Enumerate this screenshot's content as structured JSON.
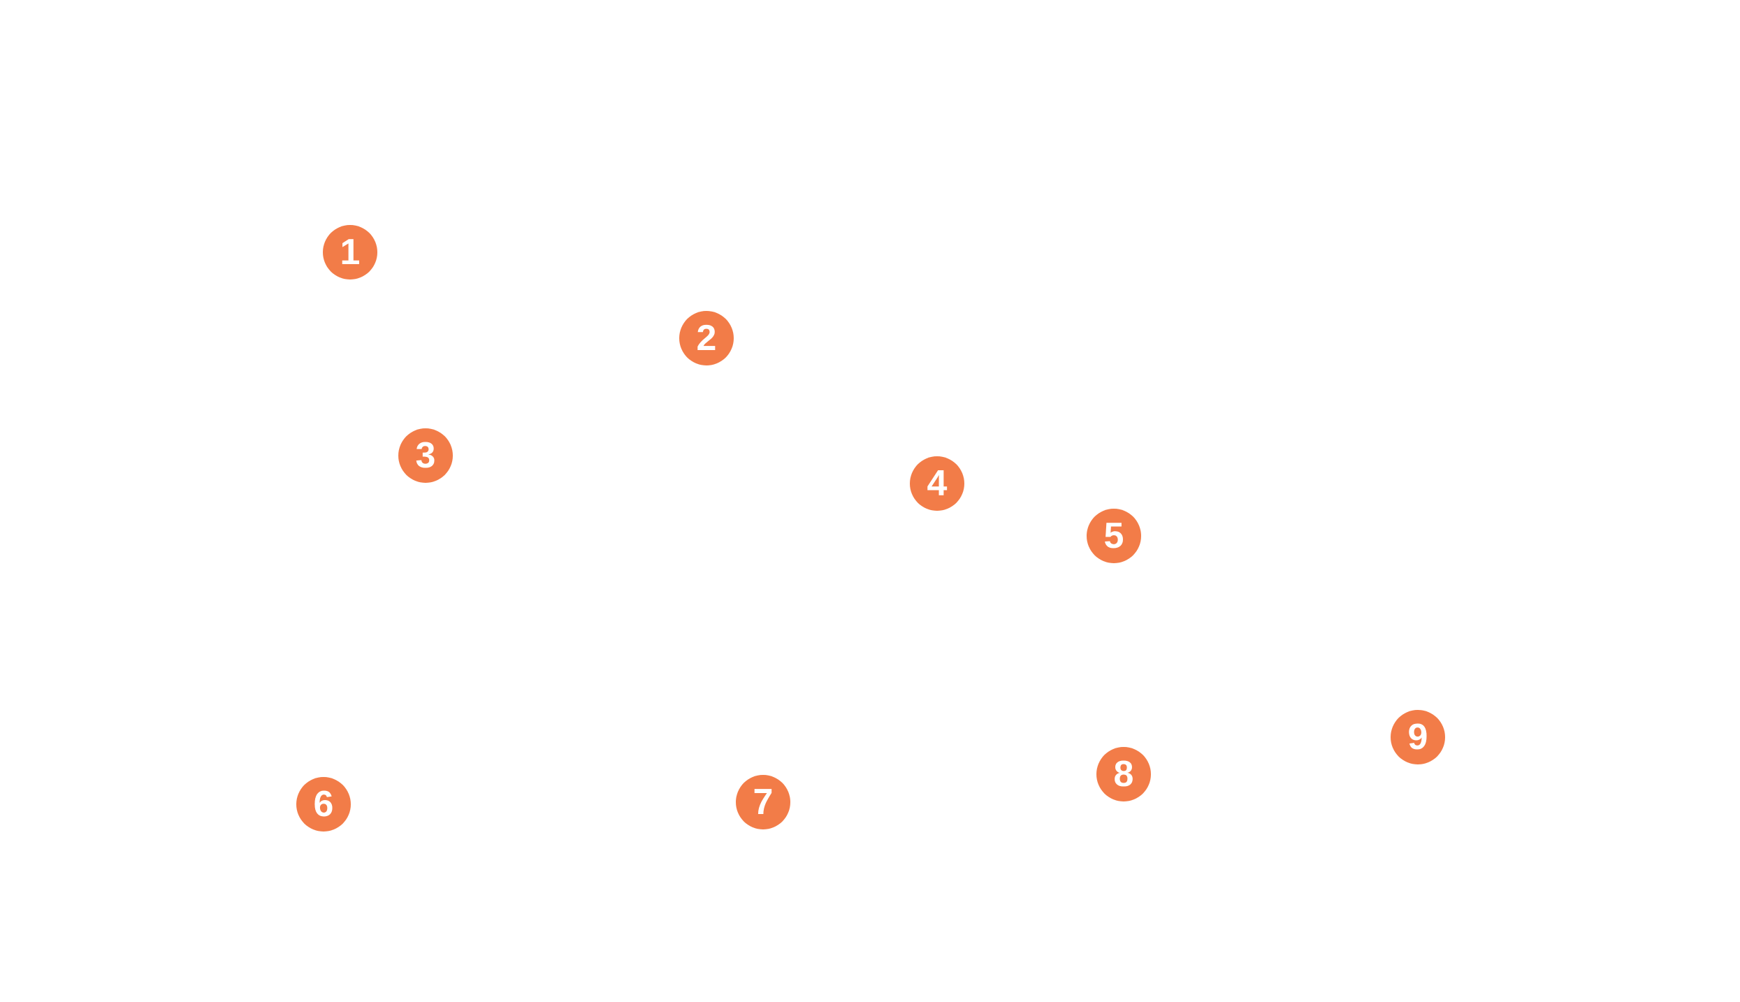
{
  "theme": {
    "background": "#ffffff",
    "marker_color": "#f27c48",
    "marker_text_color": "#ffffff"
  },
  "markers": [
    {
      "label": "1"
    },
    {
      "label": "2"
    },
    {
      "label": "3"
    },
    {
      "label": "4"
    },
    {
      "label": "5"
    },
    {
      "label": "6"
    },
    {
      "label": "7"
    },
    {
      "label": "8"
    },
    {
      "label": "9"
    }
  ]
}
